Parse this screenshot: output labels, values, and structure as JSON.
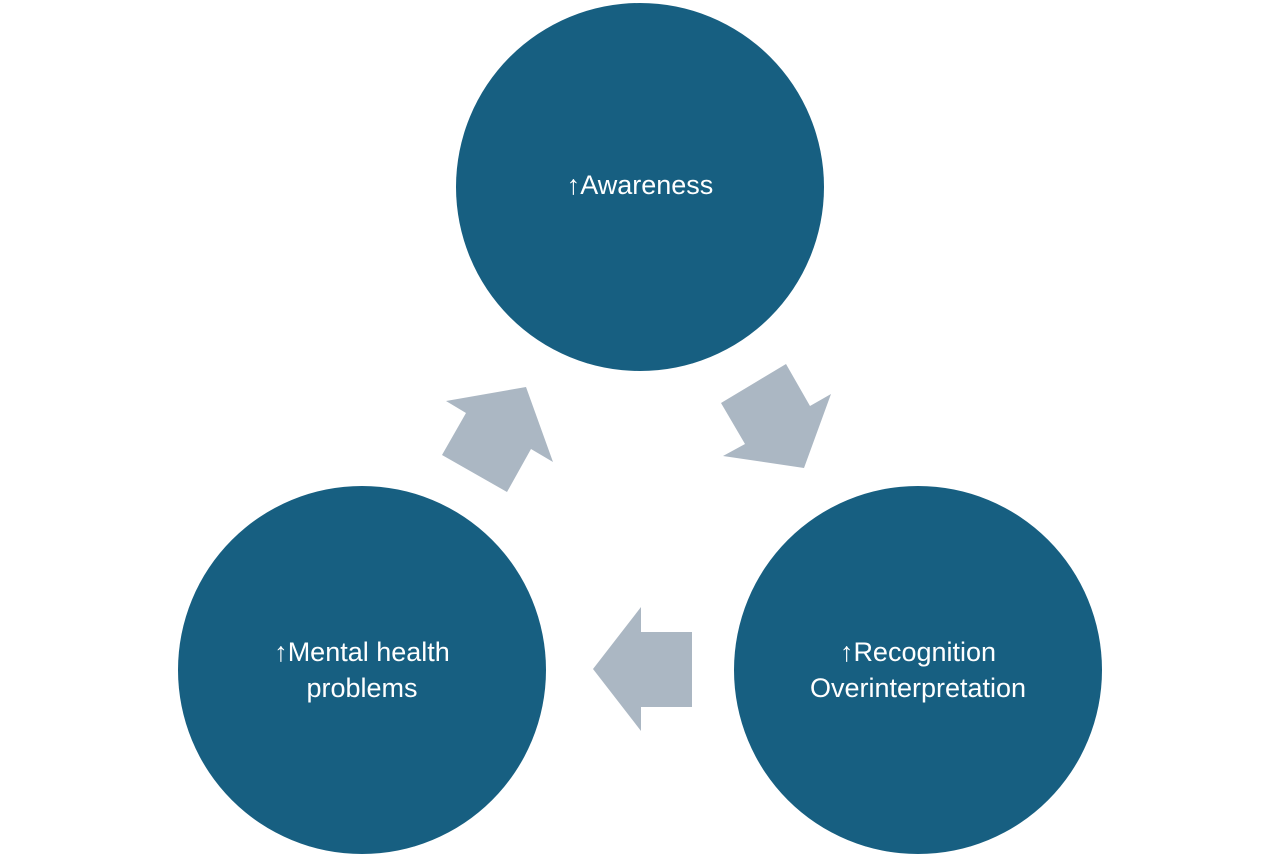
{
  "diagram": {
    "type": "cycle",
    "colors": {
      "node_fill": "#175f81",
      "node_text": "#ffffff",
      "arrow_fill": "#abb7c3",
      "background": "#ffffff"
    },
    "nodes": [
      {
        "id": "awareness",
        "label": "↑Awareness"
      },
      {
        "id": "recognition",
        "label": "↑Recognition\nOverinterpretation"
      },
      {
        "id": "mental",
        "label": "↑Mental health\nproblems"
      }
    ],
    "edges": [
      {
        "from": "awareness",
        "to": "recognition"
      },
      {
        "from": "recognition",
        "to": "mental"
      },
      {
        "from": "mental",
        "to": "awareness"
      }
    ]
  }
}
